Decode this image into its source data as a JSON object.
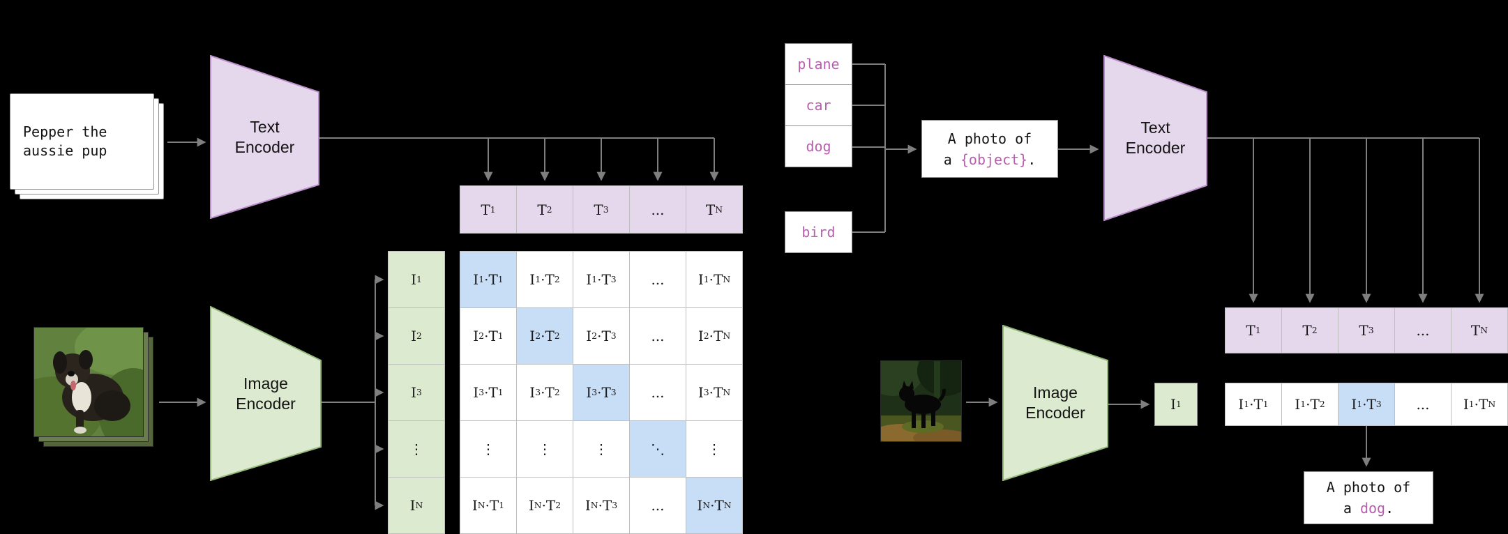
{
  "colors": {
    "background": "#000000",
    "text_encoder_fill": "#e5d7ec",
    "text_encoder_border": "#bb8fc9",
    "image_encoder_fill": "#dcead0",
    "image_encoder_border": "#95b87b",
    "matrix_cell": "#ffffff",
    "highlight_cell": "#c8ddf6",
    "class_label_text": "#b75fad",
    "arrow": "#7f7f7f"
  },
  "left": {
    "text_input": "Pepper the aussie pup",
    "text_encoder_label": "Text Encoder",
    "image_encoder_label": "Image Encoder",
    "text_embedding_row": {
      "cells": [
        "T1",
        "T2",
        "T3",
        "...",
        "TN"
      ]
    },
    "image_embedding_col": {
      "cells": [
        "I1",
        "I2",
        "I3",
        "⋮",
        "IN"
      ]
    },
    "similarity_matrix": {
      "highlight": "diagonal",
      "rows": [
        [
          "I1·T1",
          "I1·T2",
          "I1·T3",
          "...",
          "I1·TN"
        ],
        [
          "I2·T1",
          "I2·T2",
          "I2·T3",
          "...",
          "I2·TN"
        ],
        [
          "I3·T1",
          "I3·T2",
          "I3·T3",
          "...",
          "I3·TN"
        ],
        [
          "⋮",
          "⋮",
          "⋮",
          "⋱",
          "⋮"
        ],
        [
          "IN·T1",
          "IN·T2",
          "IN·T3",
          "...",
          "IN·TN"
        ]
      ]
    }
  },
  "right": {
    "class_labels": [
      "plane",
      "car",
      "dog",
      "bird"
    ],
    "prompt_box": {
      "line1": "A photo of",
      "line2_pre": "a ",
      "line2_object": "{object}",
      "line2_post": "."
    },
    "text_encoder_label": "Text Encoder",
    "image_encoder_label": "Image Encoder",
    "text_embedding_row": {
      "cells": [
        "T1",
        "T2",
        "T3",
        "...",
        "TN"
      ]
    },
    "image_embedding": "I1",
    "score_row": {
      "cells": [
        "I1·T1",
        "I1·T2",
        "I1·T3",
        "...",
        "I1·TN"
      ],
      "highlight_index": 2
    },
    "result_box": {
      "line1": "A photo of",
      "line2_pre": "a ",
      "line2_object": "dog",
      "line2_post": "."
    }
  }
}
